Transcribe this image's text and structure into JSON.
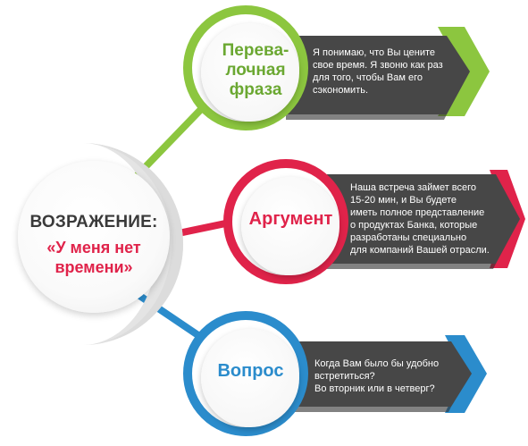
{
  "objection": {
    "title": "ВОЗРАЖЕНИЕ:",
    "quote_lines": [
      "«У меня нет",
      "времени»"
    ]
  },
  "steps": [
    {
      "label_lines": [
        "Перева-",
        "лочная",
        "фраза"
      ],
      "color": "#8cc63f",
      "text_lines": [
        "Я понимаю, что Вы цените",
        "свое время. Я звоню как раз",
        "для того, чтобы Вам его",
        "сэкономить."
      ]
    },
    {
      "label_lines": [
        "Аргумент"
      ],
      "color": "#e0234a",
      "text_lines": [
        "Наша встреча займет всего",
        "15-20 мин, и Вы будете",
        "иметь полное представление",
        "о продуктах Банка, которые",
        "разработаны специально",
        "для компаний Вашей отрасли."
      ]
    },
    {
      "label_lines": [
        "Вопрос"
      ],
      "color": "#2b8ccc",
      "text_lines": [
        "Когда Вам было бы удобно",
        "встретиться?",
        "Во вторник или в четверг?"
      ]
    }
  ],
  "colors": {
    "panel": "#474747",
    "panel_dark": "#363636",
    "objection_title": "#3a3a3a",
    "objection_quote": "#e0234a"
  }
}
